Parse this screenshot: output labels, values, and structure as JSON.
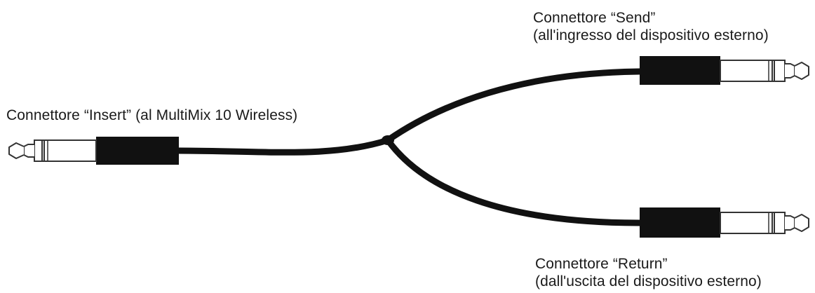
{
  "labels": {
    "insert": "Connettore “Insert” (al MultiMix 10 Wireless)",
    "send_title": "Connettore “Send”",
    "send_subtitle": "(all'ingresso del dispositivo esterno)",
    "return_title": "Connettore “Return”",
    "return_subtitle": "(dall'uscita del dispositivo esterno)"
  },
  "colors": {
    "cable": "#111111",
    "plug_body": "#111111",
    "plug_tip_outline": "#333333",
    "text": "#1a1a1a",
    "background": "#ffffff"
  },
  "icons": {
    "insert_plug": "trs-jack-plug-icon",
    "send_plug": "trs-jack-plug-icon",
    "return_plug": "trs-jack-plug-icon"
  }
}
